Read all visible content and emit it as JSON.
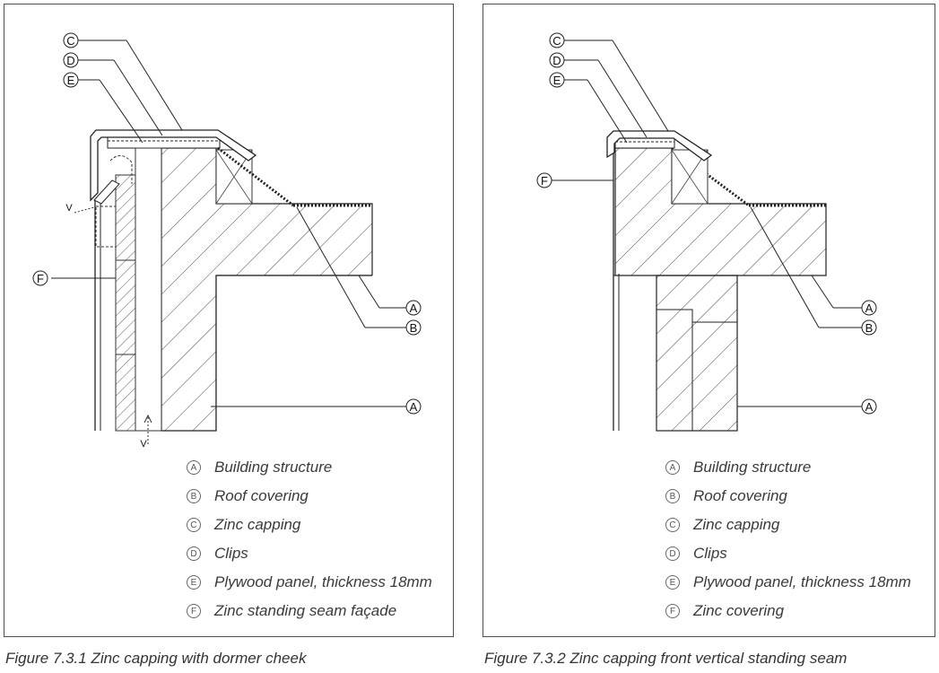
{
  "figures": [
    {
      "caption": "Figure 7.3.1 Zinc capping with dormer cheek",
      "callouts": {
        "A": "A",
        "B": "B",
        "C": "C",
        "D": "D",
        "E": "E",
        "F": "F"
      },
      "section_marker": "V",
      "legend": [
        {
          "letter": "A",
          "text": "Building structure"
        },
        {
          "letter": "B",
          "text": "Roof covering"
        },
        {
          "letter": "C",
          "text": "Zinc capping"
        },
        {
          "letter": "D",
          "text": "Clips"
        },
        {
          "letter": "E",
          "text": "Plywood panel, thickness 18mm"
        },
        {
          "letter": "F",
          "text": "Zinc standing seam façade"
        }
      ]
    },
    {
      "caption": "Figure 7.3.2 Zinc capping front vertical standing seam",
      "callouts": {
        "A": "A",
        "B": "B",
        "C": "C",
        "D": "D",
        "E": "E",
        "F": "F"
      },
      "legend": [
        {
          "letter": "A",
          "text": "Building structure"
        },
        {
          "letter": "B",
          "text": "Roof covering"
        },
        {
          "letter": "C",
          "text": "Zinc capping"
        },
        {
          "letter": "D",
          "text": "Clips"
        },
        {
          "letter": "E",
          "text": "Plywood panel, thickness 18mm"
        },
        {
          "letter": "F",
          "text": "Zinc covering"
        }
      ]
    }
  ]
}
